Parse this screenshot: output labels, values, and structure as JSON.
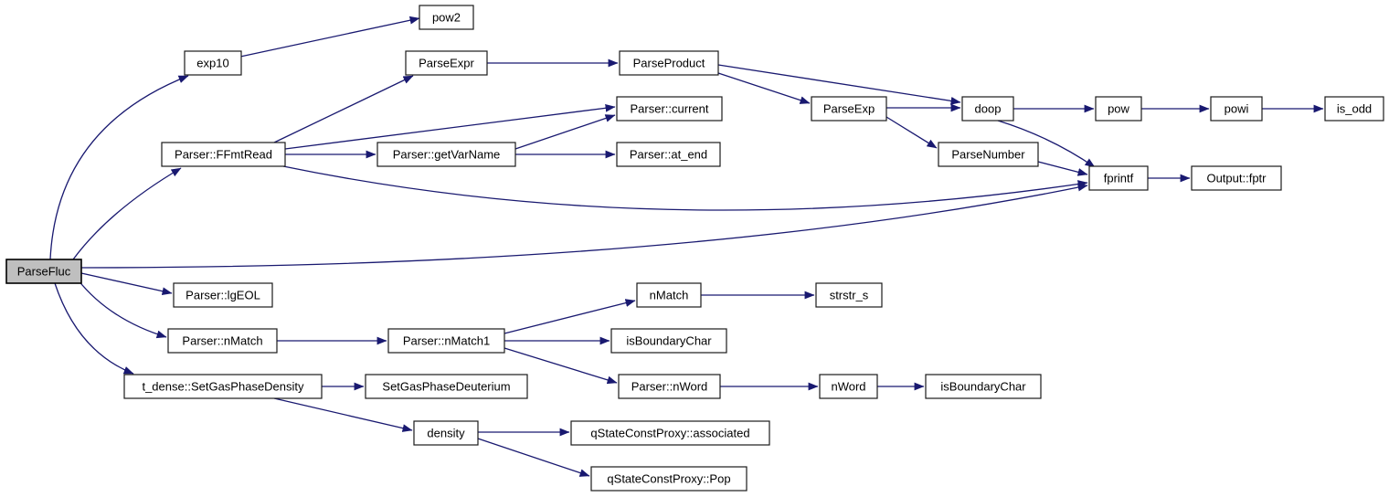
{
  "diagram": {
    "type": "call-graph",
    "background_color": "#ffffff",
    "edge_color": "#191970",
    "node_fill": "#ffffff",
    "node_border_color": "#1a1a1a",
    "root_node_fill": "#bfbfbf",
    "text_color": "#000000",
    "root": "ParseFluc",
    "nodes": [
      {
        "id": "ParseFluc",
        "label": "ParseFluc",
        "root": true
      },
      {
        "id": "pow2",
        "label": "pow2"
      },
      {
        "id": "exp10",
        "label": "exp10"
      },
      {
        "id": "ParseExpr",
        "label": "ParseExpr"
      },
      {
        "id": "ParseProduct",
        "label": "ParseProduct"
      },
      {
        "id": "ParseExp",
        "label": "ParseExp"
      },
      {
        "id": "doop",
        "label": "doop"
      },
      {
        "id": "pow",
        "label": "pow"
      },
      {
        "id": "powi",
        "label": "powi"
      },
      {
        "id": "is_odd",
        "label": "is_odd"
      },
      {
        "id": "current",
        "label": "Parser::current"
      },
      {
        "id": "FFmtRead",
        "label": "Parser::FFmtRead"
      },
      {
        "id": "getVarName",
        "label": "Parser::getVarName"
      },
      {
        "id": "at_end",
        "label": "Parser::at_end"
      },
      {
        "id": "ParseNumber",
        "label": "ParseNumber"
      },
      {
        "id": "fprintf",
        "label": "fprintf"
      },
      {
        "id": "fptr",
        "label": "Output::fptr"
      },
      {
        "id": "lgEOL",
        "label": "Parser::lgEOL"
      },
      {
        "id": "nMatch",
        "label": "nMatch"
      },
      {
        "id": "strstr_s",
        "label": "strstr_s"
      },
      {
        "id": "PnMatch",
        "label": "Parser::nMatch"
      },
      {
        "id": "nMatch1",
        "label": "Parser::nMatch1"
      },
      {
        "id": "isBoundaryChar",
        "label": "isBoundaryChar"
      },
      {
        "id": "PnWord",
        "label": "Parser::nWord"
      },
      {
        "id": "nWord",
        "label": "nWord"
      },
      {
        "id": "isBoundaryChar2",
        "label": "isBoundaryChar"
      },
      {
        "id": "SetGasPhaseDensity",
        "label": "t_dense::SetGasPhaseDensity"
      },
      {
        "id": "SetGasPhaseDeuterium",
        "label": "SetGasPhaseDeuterium"
      },
      {
        "id": "density",
        "label": "density"
      },
      {
        "id": "associated",
        "label": "qStateConstProxy::associated"
      },
      {
        "id": "Pop",
        "label": "qStateConstProxy::Pop"
      }
    ],
    "edges": [
      {
        "from": "exp10",
        "to": "pow2"
      },
      {
        "from": "ParseFluc",
        "to": "exp10"
      },
      {
        "from": "ParseFluc",
        "to": "FFmtRead"
      },
      {
        "from": "FFmtRead",
        "to": "ParseExpr"
      },
      {
        "from": "ParseExpr",
        "to": "ParseProduct"
      },
      {
        "from": "ParseProduct",
        "to": "ParseExp"
      },
      {
        "from": "ParseProduct",
        "to": "doop"
      },
      {
        "from": "ParseExp",
        "to": "doop"
      },
      {
        "from": "ParseExp",
        "to": "ParseNumber"
      },
      {
        "from": "doop",
        "to": "pow"
      },
      {
        "from": "pow",
        "to": "powi"
      },
      {
        "from": "powi",
        "to": "is_odd"
      },
      {
        "from": "doop",
        "to": "fprintf"
      },
      {
        "from": "ParseNumber",
        "to": "fprintf"
      },
      {
        "from": "fprintf",
        "to": "fptr"
      },
      {
        "from": "FFmtRead",
        "to": "current"
      },
      {
        "from": "FFmtRead",
        "to": "getVarName"
      },
      {
        "from": "FFmtRead",
        "to": "fprintf"
      },
      {
        "from": "getVarName",
        "to": "current"
      },
      {
        "from": "getVarName",
        "to": "at_end"
      },
      {
        "from": "ParseFluc",
        "to": "fprintf"
      },
      {
        "from": "ParseFluc",
        "to": "lgEOL"
      },
      {
        "from": "ParseFluc",
        "to": "PnMatch"
      },
      {
        "from": "ParseFluc",
        "to": "SetGasPhaseDensity"
      },
      {
        "from": "PnMatch",
        "to": "nMatch1"
      },
      {
        "from": "nMatch1",
        "to": "nMatch"
      },
      {
        "from": "nMatch1",
        "to": "isBoundaryChar"
      },
      {
        "from": "nMatch1",
        "to": "PnWord"
      },
      {
        "from": "nMatch",
        "to": "strstr_s"
      },
      {
        "from": "PnWord",
        "to": "nWord"
      },
      {
        "from": "nWord",
        "to": "isBoundaryChar2"
      },
      {
        "from": "SetGasPhaseDensity",
        "to": "SetGasPhaseDeuterium"
      },
      {
        "from": "SetGasPhaseDensity",
        "to": "density"
      },
      {
        "from": "density",
        "to": "associated"
      },
      {
        "from": "density",
        "to": "Pop"
      }
    ]
  }
}
